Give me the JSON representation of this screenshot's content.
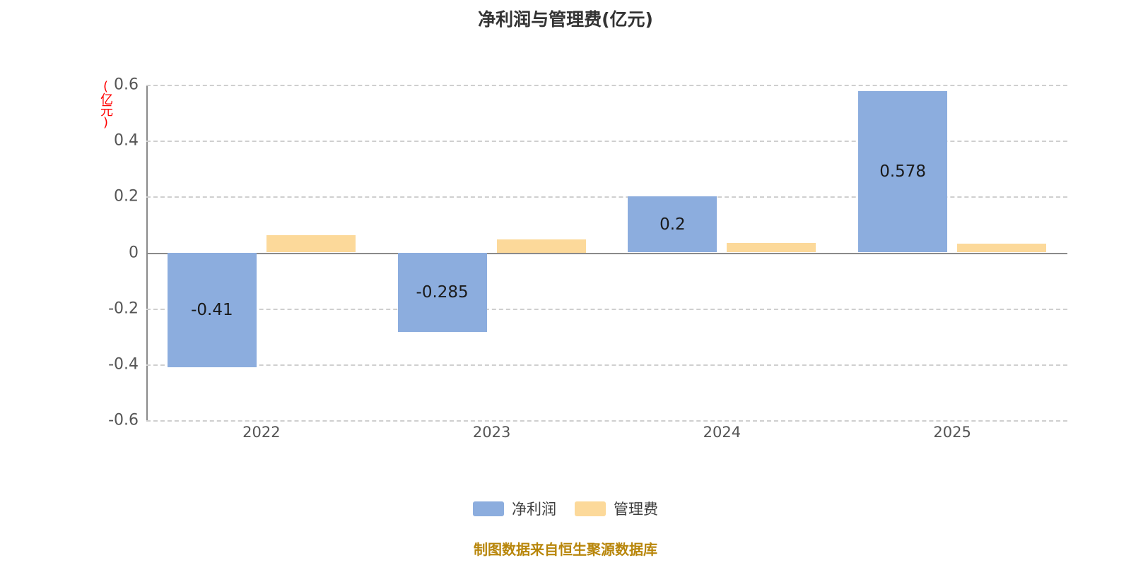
{
  "chart_data": {
    "type": "bar",
    "title": "净利润与管理费(亿元)",
    "xlabel": "",
    "ylabel": "(亿元)",
    "categories": [
      "2022",
      "2023",
      "2024",
      "2025"
    ],
    "series": [
      {
        "name": "净利润",
        "color": "#8cadde",
        "values": [
          -0.41,
          -0.285,
          0.2,
          0.578
        ],
        "labels": [
          "-0.41",
          "-0.285",
          "0.2",
          "0.578"
        ]
      },
      {
        "name": "管理费",
        "color": "#fcd99a",
        "values": [
          0.062,
          0.048,
          0.034,
          0.032
        ],
        "labels": [
          "",
          "",
          "",
          ""
        ]
      }
    ],
    "ylim": [
      -0.6,
      0.6
    ],
    "yticks": [
      "0.6",
      "0.4",
      "0.2",
      "0",
      "-0.2",
      "-0.4",
      "-0.6"
    ],
    "ytick_values": [
      0.6,
      0.4,
      0.2,
      0,
      -0.2,
      -0.4,
      -0.6
    ],
    "grid": true,
    "grid_style": "dashed",
    "legend_position": "bottom"
  },
  "legend": {
    "items": [
      {
        "label": "净利润",
        "swatch": "net"
      },
      {
        "label": "管理费",
        "swatch": "admin"
      }
    ]
  },
  "footer": {
    "note": "制图数据来自恒生聚源数据库"
  },
  "colors": {
    "net_profit": "#8cadde",
    "admin_fee": "#fcd99a",
    "axis": "#8a8a8a",
    "grid": "#cfcfcf",
    "unit_label": "#ff0000",
    "footer": "#b8860b",
    "title": "#333333"
  }
}
